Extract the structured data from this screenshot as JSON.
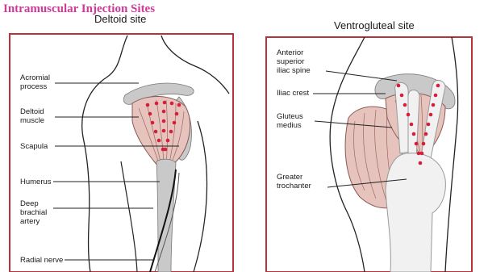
{
  "title": "Intramuscular Injection Sites",
  "deltoid": {
    "heading": "Deltoid site",
    "labels": {
      "acromial": "Acromial\nprocess",
      "deltoid_muscle": "Deltoid\nmuscle",
      "scapula": "Scapula",
      "humerus": "Humerus",
      "deep_brachial": "Deep\nbrachial\nartery",
      "radial_nerve": "Radial nerve"
    }
  },
  "ventrogluteal": {
    "heading": "Ventrogluteal site",
    "labels": {
      "asis": "Anterior\nsuperior\niliac spine",
      "iliac_crest": "Iliac crest",
      "gluteus_medius": "Gluteus\nmedius",
      "greater_trochanter": "Greater\ntrochanter"
    }
  },
  "colors": {
    "title": "#d0389a",
    "frame": "#b8323c",
    "injection_dots": "#d51e3a",
    "muscle": "#e6c3bc",
    "bone": "#c9c9c9"
  }
}
